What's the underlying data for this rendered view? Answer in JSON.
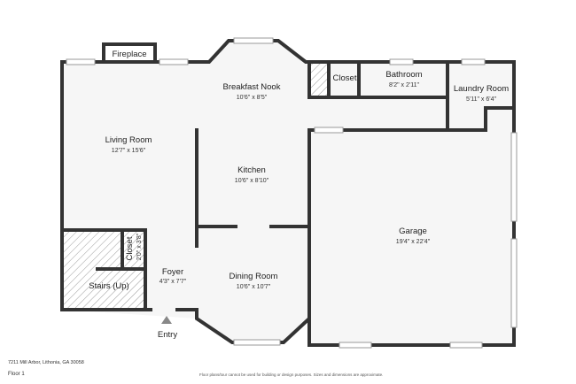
{
  "plan": {
    "rooms": [
      {
        "id": "fireplace",
        "name": "Fireplace",
        "dims": ""
      },
      {
        "id": "breakfast-nook",
        "name": "Breakfast Nook",
        "dims": "10'6\" x 8'5\""
      },
      {
        "id": "closet-top",
        "name": "Closet",
        "dims": ""
      },
      {
        "id": "bathroom",
        "name": "Bathroom",
        "dims": "8'2\" x 2'11\""
      },
      {
        "id": "laundry-room",
        "name": "Laundry Room",
        "dims": "5'11\" x 6'4\""
      },
      {
        "id": "living-room",
        "name": "Living Room",
        "dims": "12'7\" x 15'6\""
      },
      {
        "id": "kitchen",
        "name": "Kitchen",
        "dims": "10'6\" x 8'10\""
      },
      {
        "id": "garage",
        "name": "Garage",
        "dims": "19'4\" x 22'4\""
      },
      {
        "id": "closet-side",
        "name": "Closet",
        "dims": "2'0\" x 3'8\""
      },
      {
        "id": "foyer",
        "name": "Foyer",
        "dims": "4'3\" x 7'7\""
      },
      {
        "id": "stairs",
        "name": "Stairs (Up)",
        "dims": ""
      },
      {
        "id": "dining-room",
        "name": "Dining Room",
        "dims": "10'6\" x 10'7\""
      }
    ],
    "entry_label": "Entry"
  },
  "footer": {
    "address": "7211 Mill Arbor, Lithonia, GA 30058",
    "floor": "Floor 1",
    "disclaimer": "Floor plans/tour cannot be used for building or design purposes. Sizes and dimensions are approximate."
  }
}
